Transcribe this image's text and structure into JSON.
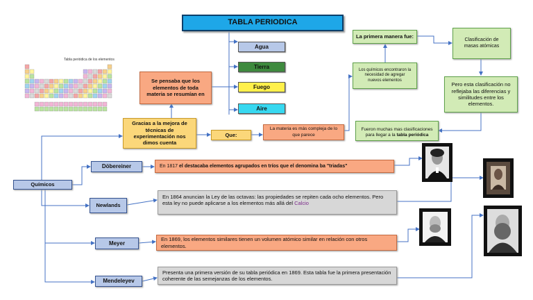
{
  "title": "TABLA PERIODICA",
  "mini_table_caption": "Tabla periódica de los elementos",
  "elements": [
    "Agua",
    "Tierra",
    "Fuego",
    "Aire"
  ],
  "element_colors": {
    "agua": "#b7c8e8",
    "tierra": "#3e8a3e",
    "fuego": "#fff04a",
    "aire": "#37d8f0"
  },
  "belief_box": "Se pensaba que los elementos de toda materia se resumían en",
  "techniques_box": "Gracias a la mejora de técnicas de experimentación nos dimos cuenta",
  "que_label": "Que:",
  "materia_box": "La materia es más compleja de lo que parece",
  "need_box": "Los químicos encontraron la necesidad de agregar nuevos elementos",
  "primera_box": "La primera manera fue:",
  "clasificacion_box": "Clasificación de masas atómicas",
  "reflejaba_box": "Pero esta clasificación no reflejaba las diferencias y similitudes entre los elementos.",
  "fueron_box_pre": "Fueron muchas mas clasificaciones para llegar a la ",
  "fueron_box_bold": "tabla periódica",
  "quimicos_label": "Químicos",
  "scientists": [
    {
      "name": "Döbereiner",
      "desc_pre": "En 1817 ",
      "desc_bold": "el destacaba elementos agrupados en tríos que el denomina ba \"triadas\""
    },
    {
      "name": "Newlands",
      "desc_pre": "En 1864 anuncian la Ley de las octavas: las propiedades se repiten cada ocho elementos. Pero esta ley no puede aplicarse a los elementos más allá del ",
      "desc_link": "Calcio"
    },
    {
      "name": "Meyer",
      "desc": "En 1869, los elementos similares tienen un volumen atómico similar en relación con otros elementos."
    },
    {
      "name": "Mendeleyev",
      "desc": "Presenta una primera versión de su tabla periódica en 1869. Esta tabla fue la primera presentación coherente de las semejanzas de los elementos."
    }
  ]
}
